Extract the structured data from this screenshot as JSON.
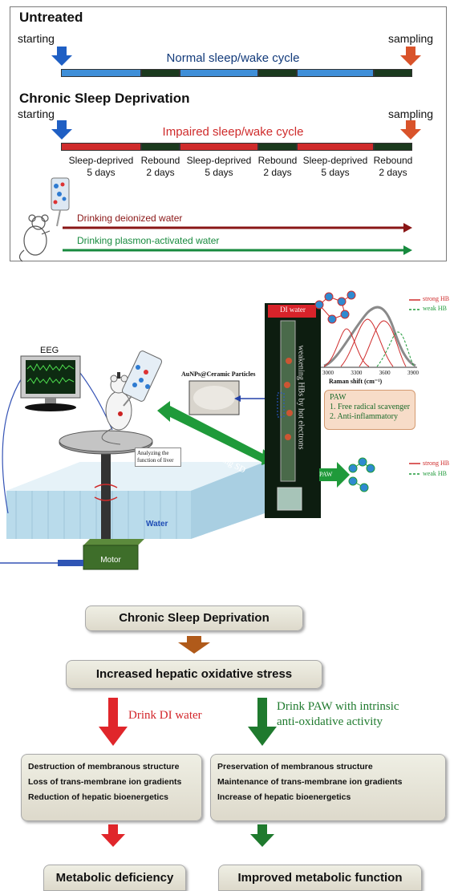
{
  "panel_a": {
    "untreated_title": "Untreated",
    "starting_label": "starting",
    "sampling_label": "sampling",
    "normal_cycle": "Normal sleep/wake cycle",
    "csd_title": "Chronic Sleep Deprivation",
    "impaired_cycle": "Impaired sleep/wake cycle",
    "phases": [
      {
        "name": "Sleep-deprived",
        "duration": "5 days"
      },
      {
        "name": "Rebound",
        "duration": "2 days"
      },
      {
        "name": "Sleep-deprived",
        "duration": "5 days"
      },
      {
        "name": "Rebound",
        "duration": "2 days"
      },
      {
        "name": "Sleep-deprived",
        "duration": "5 days"
      },
      {
        "name": "Rebound",
        "duration": "2 days"
      }
    ],
    "di_water_label": "Drinking deionized water",
    "paw_label": "Drinking plasmon-activated water",
    "colors": {
      "normal": "#3f8fd8",
      "dark": "#1b3a1e",
      "deprived": "#cf2b2b",
      "arrow_blue": "#1f5fc4",
      "arrow_red": "#d9532a",
      "di_arrow": "#8a1616",
      "paw_arrow": "#178a3e"
    }
  },
  "panel_b": {
    "eeg_label": "EEG",
    "aunps_label": "AuNPs@Ceramic Particles",
    "di_water_tag": "DI water",
    "weakening_label": "weakening HBs by hot electrons",
    "drink_paw_label": "drink PAW during SD",
    "analyzing_label": "Analyzing the function of liver",
    "water_label": "Water",
    "motor_label": "Motor",
    "paw_tag": "PAW",
    "raman_xlabel": "Raman shift (cm⁻¹)",
    "raman_ticks": [
      "3000",
      "3300",
      "3600",
      "3900"
    ],
    "legend_strong": "strong HB",
    "legend_weak": "weak HB",
    "paw_box": {
      "title": "PAW",
      "items": [
        "1. Free radical scavenger",
        "2. Anti-inflammatory"
      ]
    }
  },
  "panel_c": {
    "csd": "Chronic Sleep Deprivation",
    "oxidative": "Increased hepatic oxidative stress",
    "drink_di": "Drink DI water",
    "drink_paw": "Drink PAW with intrinsic anti-oxidative activity",
    "left_effects": [
      "Destruction of membranous structure",
      "Loss of trans-membrane ion gradients",
      "Reduction of hepatic bioenergetics"
    ],
    "right_effects": [
      "Preservation of membranous structure",
      "Maintenance of trans-membrane ion gradients",
      "Increase of hepatic bioenergetics"
    ],
    "left_outcome": "Metabolic deficiency",
    "right_outcome": "Improved metabolic function"
  }
}
